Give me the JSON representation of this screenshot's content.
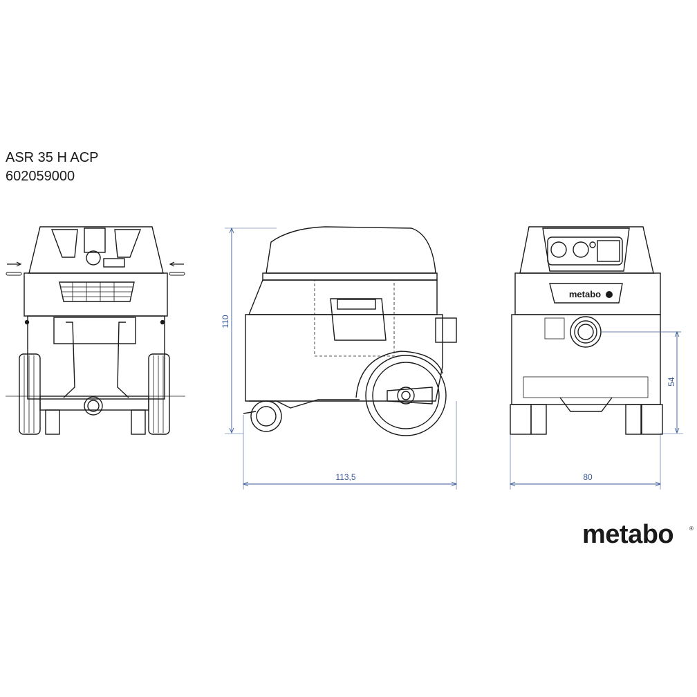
{
  "product": {
    "name": "ASR 35 H ACP",
    "article_number": "602059000"
  },
  "dimensions": {
    "height": "110",
    "length": "113,5",
    "width": "80",
    "inlet_height": "54"
  },
  "brand": {
    "logo": "metabo",
    "registered": "®",
    "panel_logo": "metabo"
  },
  "colors": {
    "line": "#1a1a1a",
    "dimension": "#3a5a9a"
  }
}
